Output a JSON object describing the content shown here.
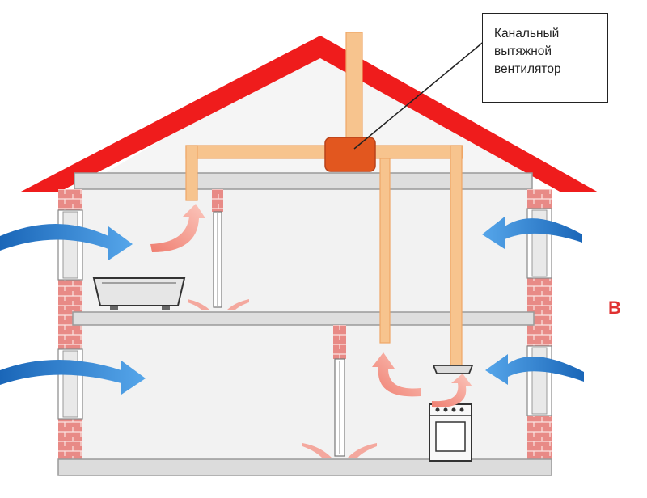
{
  "callout": {
    "lines": [
      "Канальный",
      "вытяжной",
      "вентилятор"
    ]
  },
  "side_letter": "В",
  "icons": {
    "fan": "fan-box",
    "bathtub": "bathtub-icon",
    "stove": "stove-icon",
    "hood": "range-hood-icon"
  },
  "colors": {
    "roof": "#ef1c1c",
    "duct": "#f7c48e",
    "fan": "#e2571f",
    "brick": "#e88a86",
    "inflow_arrow": "#2a7fd0",
    "internal_arrow": "#f39a8e",
    "slab": "#dedede",
    "accent_letter": "#e03030"
  }
}
